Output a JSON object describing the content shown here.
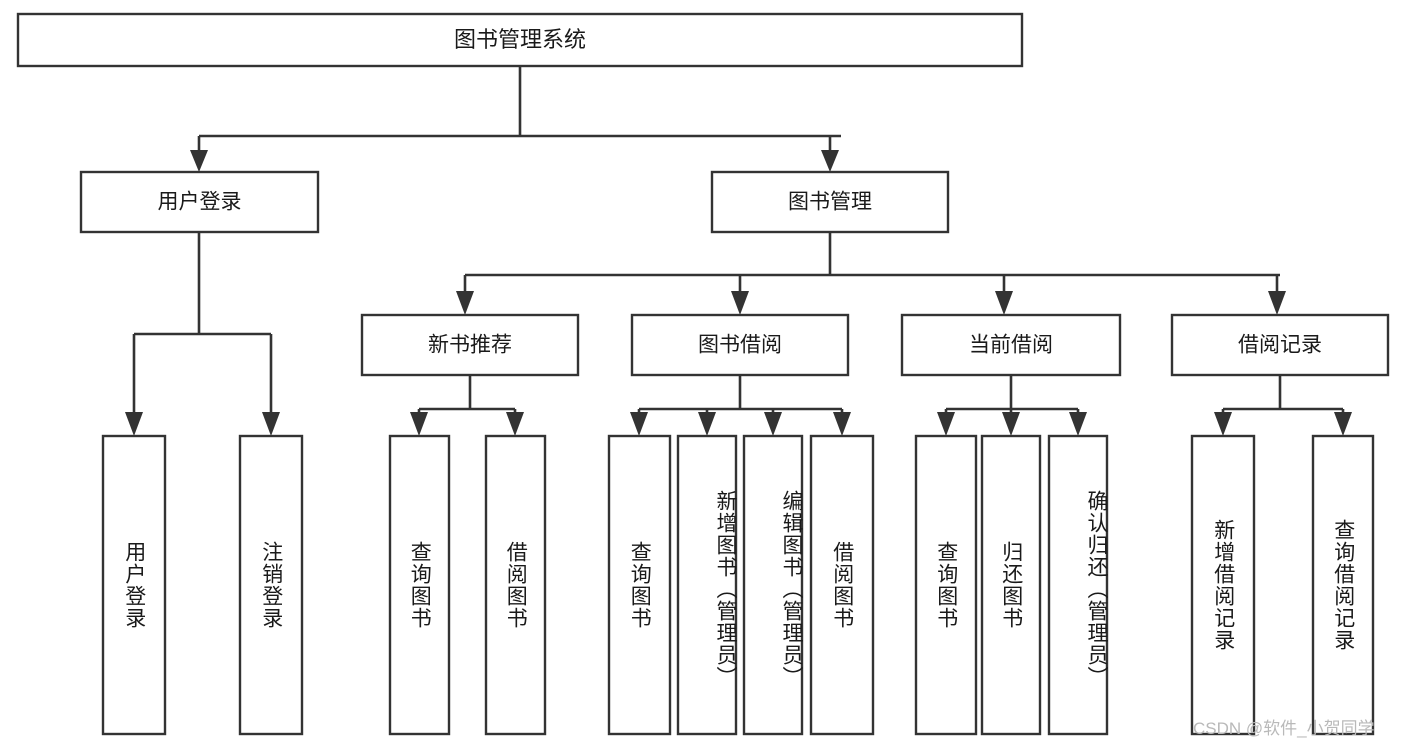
{
  "diagram": {
    "type": "tree",
    "title": "图书管理系统",
    "root": {
      "id": "root",
      "label": "图书管理系统"
    },
    "level2": [
      {
        "id": "user-login",
        "label": "用户登录"
      },
      {
        "id": "book-manage",
        "label": "图书管理"
      }
    ],
    "level3": [
      {
        "id": "new-book-recommend",
        "label": "新书推荐",
        "parent": "book-manage"
      },
      {
        "id": "book-borrow",
        "label": "图书借阅",
        "parent": "book-manage"
      },
      {
        "id": "current-borrow",
        "label": "当前借阅",
        "parent": "book-manage"
      },
      {
        "id": "borrow-record",
        "label": "借阅记录",
        "parent": "book-manage"
      }
    ],
    "leaves": {
      "user-login": [
        {
          "id": "leaf-user-login",
          "label": "用户登录"
        },
        {
          "id": "leaf-user-logout",
          "label": "注销登录"
        }
      ],
      "new-book-recommend": [
        {
          "id": "leaf-query-book-1",
          "label": "查询图书"
        },
        {
          "id": "leaf-borrow-book-1",
          "label": "借阅图书"
        }
      ],
      "book-borrow": [
        {
          "id": "leaf-query-book-2",
          "label": "查询图书"
        },
        {
          "id": "leaf-add-book",
          "label": "新增图书（管理员）"
        },
        {
          "id": "leaf-edit-book",
          "label": "编辑图书（管理员）"
        },
        {
          "id": "leaf-borrow-book-2",
          "label": "借阅图书"
        }
      ],
      "current-borrow": [
        {
          "id": "leaf-query-book-3",
          "label": "查询图书"
        },
        {
          "id": "leaf-return-book",
          "label": "归还图书"
        },
        {
          "id": "leaf-confirm-return",
          "label": "确认归还（管理员）"
        }
      ],
      "borrow-record": [
        {
          "id": "leaf-add-record",
          "label": "新增借阅记录"
        },
        {
          "id": "leaf-query-record",
          "label": "查询借阅记录"
        }
      ]
    },
    "watermark": "CSDN @软件_小贺同学",
    "colors": {
      "stroke": "#333333",
      "box_fill": "#ffffff",
      "text": "#1a1a1a",
      "background": "#ffffff",
      "watermark": "#b9b9b9"
    }
  }
}
